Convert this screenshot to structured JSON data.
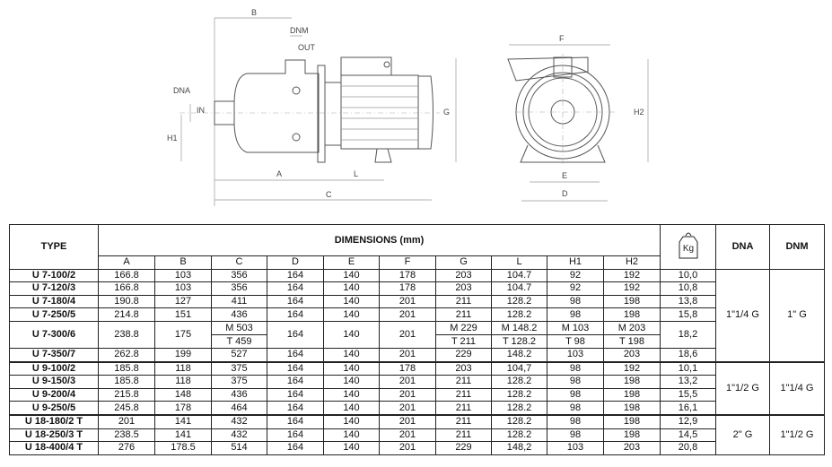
{
  "drawing": {
    "side_labels": {
      "B": "B",
      "DNM": "DNM",
      "OUT": "OUT",
      "DNA": "DNA",
      "IN": "IN",
      "H1": "H1",
      "A": "A",
      "L": "L",
      "C": "C",
      "G": "G"
    },
    "front_labels": {
      "F": "F",
      "H2": "H2",
      "E": "E",
      "D": "D"
    }
  },
  "table": {
    "type_header": "TYPE",
    "dimensions_header": "DIMENSIONS (mm)",
    "weight_icon_label": "Kg",
    "dna_header": "DNA",
    "dnm_header": "DNM",
    "columns": [
      "A",
      "B",
      "C",
      "D",
      "E",
      "F",
      "G",
      "L",
      "H1",
      "H2"
    ],
    "groups": [
      {
        "dna": "1\"1/4 G",
        "dnm": "1\" G",
        "rows": [
          {
            "type": "U 7-100/2",
            "values": [
              "166.8",
              "103",
              "356",
              "164",
              "140",
              "178",
              "203",
              "104.7",
              "92",
              "192"
            ],
            "kg": "10,0"
          },
          {
            "type": "U 7-120/3",
            "values": [
              "166.8",
              "103",
              "356",
              "164",
              "140",
              "178",
              "203",
              "104.7",
              "92",
              "192"
            ],
            "kg": "10,8"
          },
          {
            "type": "U 7-180/4",
            "values": [
              "190.8",
              "127",
              "411",
              "164",
              "140",
              "201",
              "211",
              "128.2",
              "98",
              "198"
            ],
            "kg": "13,8"
          },
          {
            "type": "U 7-250/5",
            "values": [
              "214.8",
              "151",
              "436",
              "164",
              "140",
              "201",
              "211",
              "128.2",
              "98",
              "198"
            ],
            "kg": "15,8"
          },
          {
            "type": "U 7-300/6",
            "values": [
              "238.8",
              "175",
              [
                "M 503",
                "T 459"
              ],
              "164",
              "140",
              "201",
              [
                "M 229",
                "T 211"
              ],
              [
                "M 148.2",
                "T 128.2"
              ],
              [
                "M 103",
                "T 98"
              ],
              [
                "M 203",
                "T 198"
              ]
            ],
            "kg": "18,2"
          },
          {
            "type": "U 7-350/7",
            "values": [
              "262.8",
              "199",
              "527",
              "164",
              "140",
              "201",
              "229",
              "148.2",
              "103",
              "203"
            ],
            "kg": "18,6"
          }
        ]
      },
      {
        "dna": "1\"1/2 G",
        "dnm": "1\"1/4 G",
        "rows": [
          {
            "type": "U 9-100/2",
            "values": [
              "185.8",
              "118",
              "375",
              "164",
              "140",
              "178",
              "203",
              "104,7",
              "98",
              "192"
            ],
            "kg": "10,1"
          },
          {
            "type": "U 9-150/3",
            "values": [
              "185.8",
              "118",
              "375",
              "164",
              "140",
              "201",
              "211",
              "128.2",
              "98",
              "198"
            ],
            "kg": "13,2"
          },
          {
            "type": "U 9-200/4",
            "values": [
              "215.8",
              "148",
              "436",
              "164",
              "140",
              "201",
              "211",
              "128.2",
              "98",
              "198"
            ],
            "kg": "15,5"
          },
          {
            "type": "U 9-250/5",
            "values": [
              "245.8",
              "178",
              "464",
              "164",
              "140",
              "201",
              "211",
              "128.2",
              "98",
              "198"
            ],
            "kg": "16,1"
          }
        ]
      },
      {
        "dna": "2\" G",
        "dnm": "1\"1/2 G",
        "rows": [
          {
            "type": "U 18-180/2 T",
            "values": [
              "201",
              "141",
              "432",
              "164",
              "140",
              "201",
              "211",
              "128.2",
              "98",
              "198"
            ],
            "kg": "12,9"
          },
          {
            "type": "U 18-250/3 T",
            "values": [
              "238.5",
              "141",
              "432",
              "164",
              "140",
              "201",
              "211",
              "128.2",
              "98",
              "198"
            ],
            "kg": "14,5"
          },
          {
            "type": "U 18-400/4 T",
            "values": [
              "276",
              "178.5",
              "514",
              "164",
              "140",
              "201",
              "229",
              "148,2",
              "103",
              "203"
            ],
            "kg": "20,8"
          }
        ]
      }
    ]
  }
}
